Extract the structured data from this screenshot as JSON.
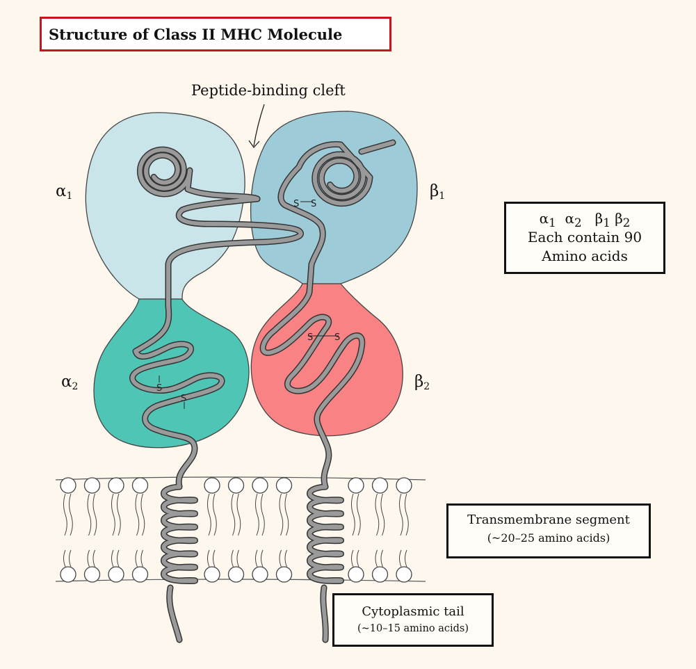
{
  "title": "Structure of Class II MHC Molecule",
  "labels": {
    "cleft": "Peptide-binding cleft",
    "alpha1": {
      "sym": "α",
      "sub": "1"
    },
    "alpha2": {
      "sym": "α",
      "sub": "2"
    },
    "beta1": {
      "sym": "β",
      "sub": "1"
    },
    "beta2": {
      "sym": "β",
      "sub": "2"
    },
    "disulfide": "S–S"
  },
  "domains_box": {
    "a1": "α",
    "a1_sub": "1",
    "a2": "α",
    "a2_sub": "2",
    "b1": "β",
    "b1_sub": "1",
    "b2": "β",
    "b2_sub": "2",
    "line2": "Each contain 90",
    "line3": "Amino acids"
  },
  "transmembrane_box": {
    "line1": "Transmembrane segment",
    "line2": "(~20–25 amino acids)"
  },
  "tail_box": {
    "line1": "Cytoplasmic tail",
    "line2": "(~10–15 amino acids)"
  },
  "colors": {
    "alpha1": "#c9e5ea",
    "alpha2": "#4ec5b5",
    "beta1": "#9dcbd8",
    "beta2": "#f98384",
    "chain": "#9a9a9a",
    "title_border": "#c4161c"
  }
}
